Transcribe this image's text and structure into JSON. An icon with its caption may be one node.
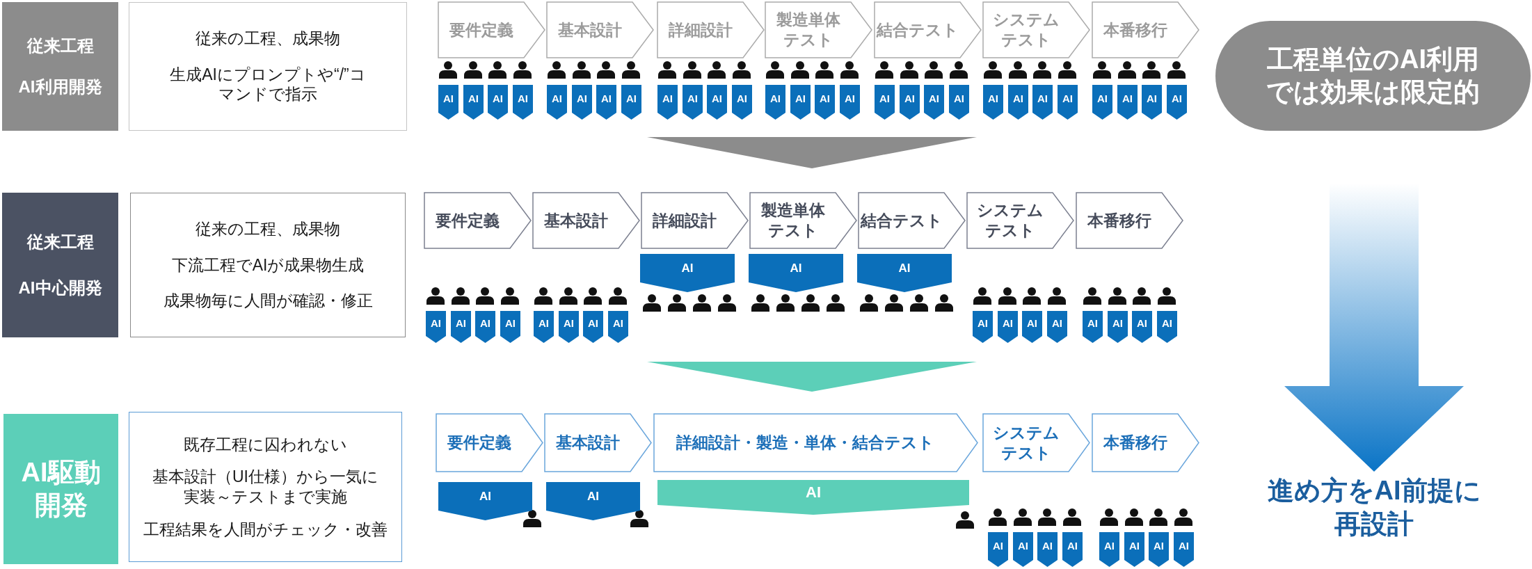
{
  "diagram": {
    "nodes": [
      {
        "text": [
          "従来工程",
          "AI利用開発"
        ]
      },
      {
        "text": [
          "従来の工程、成果物",
          "生成AIにプロンプトや“/”コマンドで指示"
        ]
      },
      {
        "text": [
          "要件定義"
        ]
      },
      {
        "text": [
          "基本設計"
        ]
      },
      {
        "text": [
          "詳細設計"
        ]
      },
      {
        "text": [
          "製造単体テスト"
        ]
      },
      {
        "text": [
          "結合テスト"
        ]
      },
      {
        "text": [
          "システムテスト"
        ]
      },
      {
        "text": [
          "本番移行"
        ]
      },
      {
        "text": [
          "AI"
        ]
      },
      {
        "text": [
          "AI"
        ]
      },
      {
        "text": [
          "AI"
        ]
      },
      {
        "text": [
          "AI"
        ]
      },
      {
        "text": [
          "AI"
        ]
      },
      {
        "text": [
          "AI"
        ]
      },
      {
        "text": [
          "AI"
        ]
      },
      {
        "text": [
          "AI"
        ]
      },
      {
        "text": [
          "AI"
        ]
      },
      {
        "text": [
          "AI"
        ]
      },
      {
        "text": [
          "AI"
        ]
      },
      {
        "text": [
          "AI"
        ]
      },
      {
        "text": [
          "AI"
        ]
      },
      {
        "text": [
          "AI"
        ]
      },
      {
        "text": [
          "AI"
        ]
      },
      {
        "text": [
          "AI"
        ]
      },
      {
        "text": [
          "AI"
        ]
      },
      {
        "text": [
          "AI"
        ]
      },
      {
        "text": [
          "AI"
        ]
      },
      {
        "text": [
          "AI"
        ]
      },
      {
        "text": [
          "AI"
        ]
      },
      {
        "text": [
          "AI"
        ]
      },
      {
        "text": [
          "AI"
        ]
      },
      {
        "text": [
          "AI"
        ]
      },
      {
        "text": [
          "AI"
        ]
      },
      {
        "text": [
          "AI"
        ]
      },
      {
        "text": [
          "AI"
        ]
      },
      {
        "text": [
          "AI"
        ]
      },
      {
        "text": [
          "工程単位のAI利用では効果は限定的"
        ]
      },
      {
        "text": [
          "従来工程",
          "AI中心開発"
        ]
      },
      {
        "text": [
          "従来の工程、成果物",
          "下流工程でAIが成果物生成",
          "成果物毎に人間が確認・修正"
        ]
      },
      {
        "text": [
          "要件定義"
        ]
      },
      {
        "text": [
          "基本設計"
        ]
      },
      {
        "text": [
          "詳細設計"
        ]
      },
      {
        "text": [
          "製造単体テスト"
        ]
      },
      {
        "text": [
          "結合テスト"
        ]
      },
      {
        "text": [
          "システムテスト"
        ]
      },
      {
        "text": [
          "本番移行"
        ]
      },
      {
        "text": [
          "AI"
        ]
      },
      {
        "text": [
          "AI"
        ]
      },
      {
        "text": [
          "AI"
        ]
      },
      {
        "text": [
          "AI"
        ]
      },
      {
        "text": [
          "AI"
        ]
      },
      {
        "text": [
          "AI"
        ]
      },
      {
        "text": [
          "AI"
        ]
      },
      {
        "text": [
          "AI"
        ]
      },
      {
        "text": [
          "AI"
        ]
      },
      {
        "text": [
          "AI"
        ]
      },
      {
        "text": [
          "AI"
        ]
      },
      {
        "text": [
          "AI"
        ]
      },
      {
        "text": [
          "AI"
        ]
      },
      {
        "text": [
          "AI"
        ]
      },
      {
        "text": [
          "AI"
        ]
      },
      {
        "text": [
          "AI"
        ]
      },
      {
        "text": [
          "AI"
        ]
      },
      {
        "text": [
          "AI"
        ]
      },
      {
        "text": [
          "AI"
        ]
      },
      {
        "text": [
          "AI駆動開発"
        ]
      },
      {
        "text": [
          "既存工程に囚われない",
          "基本設計（UI仕様）から一気に実装～テストまで実施",
          "工程結果を人間がチェック・改善"
        ]
      },
      {
        "text": [
          "要件定義"
        ]
      },
      {
        "text": [
          "基本設計"
        ]
      },
      {
        "text": [
          "詳細設計・製造・単体・結合テスト"
        ]
      },
      {
        "text": [
          "システムテスト"
        ]
      },
      {
        "text": [
          "本番移行"
        ]
      },
      {
        "text": [
          "AI"
        ]
      },
      {
        "text": [
          "AI"
        ]
      },
      {
        "text": [
          "AI"
        ]
      },
      {
        "text": [
          "AI"
        ]
      },
      {
        "text": [
          "AI"
        ]
      },
      {
        "text": [
          "AI"
        ]
      },
      {
        "text": [
          "AI"
        ]
      },
      {
        "text": [
          "AI"
        ]
      },
      {
        "text": [
          "AI"
        ]
      },
      {
        "text": [
          "AI"
        ]
      },
      {
        "text": [
          "AI"
        ]
      },
      {
        "text": [
          "進め方をAI前提に再設計"
        ]
      },
      {
        "text": [],
        "shape": "triangle"
      },
      {
        "text": [],
        "shape": "triangle"
      }
    ],
    "edges": [
      {
        "from": 37,
        "to": 84,
        "arrow": "to"
      }
    ]
  }
}
